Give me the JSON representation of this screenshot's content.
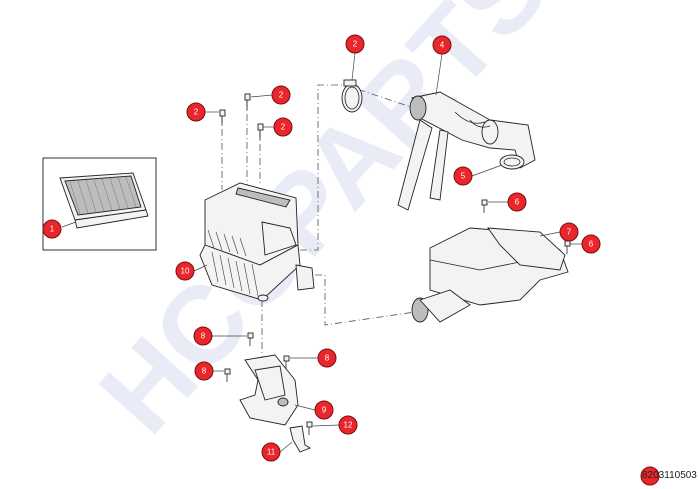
{
  "watermark": "HCCPARTS",
  "reference_code": "8203110503",
  "colors": {
    "callout_fill": "#e8262b",
    "callout_stroke": "#7a1010",
    "watermark": "#e9ecf7"
  },
  "callouts": [
    {
      "id": "c1",
      "label": "1"
    },
    {
      "id": "c2a",
      "label": "2"
    },
    {
      "id": "c2b",
      "label": "2"
    },
    {
      "id": "c2c",
      "label": "2"
    },
    {
      "id": "c2d",
      "label": "2"
    },
    {
      "id": "c4",
      "label": "4"
    },
    {
      "id": "c5",
      "label": "5"
    },
    {
      "id": "c6a",
      "label": "6"
    },
    {
      "id": "c6b",
      "label": "6"
    },
    {
      "id": "c7",
      "label": "7"
    },
    {
      "id": "c8a",
      "label": "8"
    },
    {
      "id": "c8b",
      "label": "8"
    },
    {
      "id": "c8c",
      "label": "8"
    },
    {
      "id": "c9",
      "label": "9"
    },
    {
      "id": "c10",
      "label": "10"
    },
    {
      "id": "c11",
      "label": "11"
    },
    {
      "id": "c12",
      "label": "12"
    }
  ]
}
